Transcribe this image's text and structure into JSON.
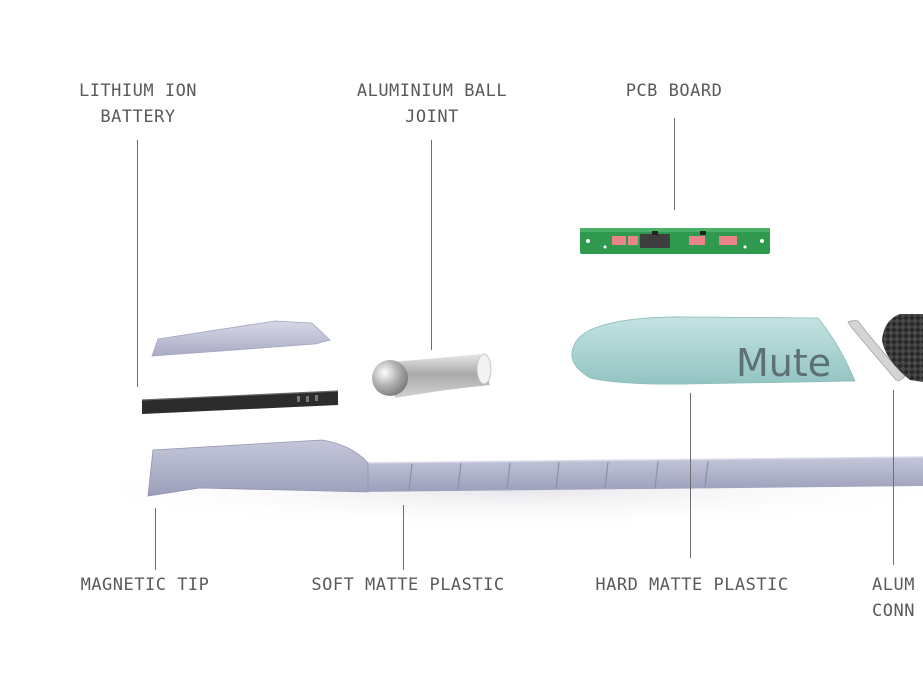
{
  "labels": {
    "battery": [
      "LITHIUM ION",
      "BATTERY"
    ],
    "ball_joint": [
      "ALUMINIUM BALL",
      "JOINT"
    ],
    "pcb": [
      "PCB BOARD"
    ],
    "magnetic_tip": [
      "MAGNETIC TIP"
    ],
    "soft_plastic": [
      "SOFT MATTE PLASTIC"
    ],
    "hard_plastic": [
      "HARD MATTE PLASTIC"
    ],
    "connector": [
      "ALUM",
      "CONN"
    ]
  },
  "product": {
    "brand_text": "Mute"
  },
  "colors": {
    "background": "#ffffff",
    "label_text": "#5a5a5a",
    "leader_line": "#6e6e6e",
    "soft_plastic": "#aeb0c8",
    "hard_plastic_teal": "#a9d3d1",
    "battery_dark": "#2c2c2c",
    "pcb_green": "#2f9a4e",
    "aluminium": "#b9b9b9"
  }
}
